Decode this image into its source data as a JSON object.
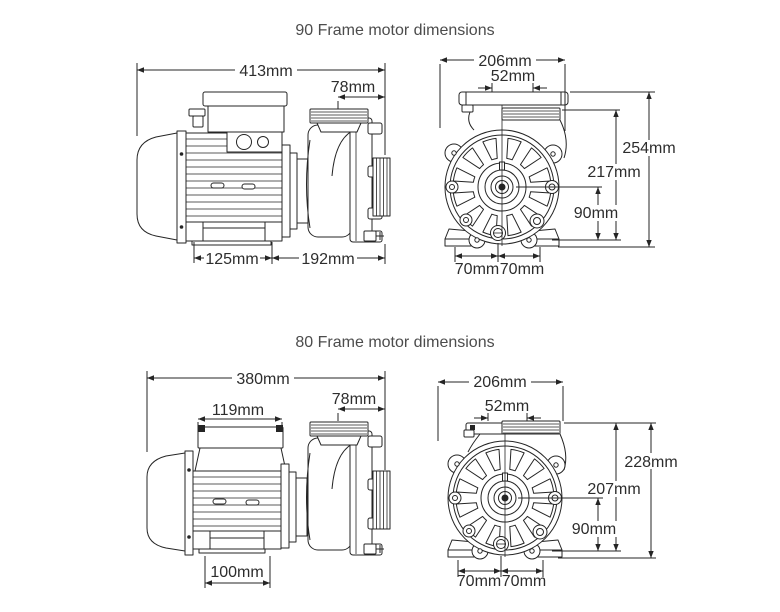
{
  "palette": {
    "ink": "#252525",
    "background": "#ffffff",
    "label_text": "#2d2d2d",
    "title_text": "#4c4c4c"
  },
  "sections": [
    {
      "title": "90 Frame motor dimensions",
      "side_view": {
        "overall_length": "413mm",
        "port_offset": "78mm",
        "foot_length": "125mm",
        "pump_length": "192mm"
      },
      "front_view": {
        "overall_width": "206mm",
        "union_width": "52mm",
        "overall_height": "254mm",
        "port_height": "217mm",
        "shaft_height": "90mm",
        "foot_left": "70mm",
        "foot_right": "70mm"
      }
    },
    {
      "title": "80 Frame motor dimensions",
      "side_view": {
        "overall_length": "380mm",
        "terminal_box_width": "119mm",
        "port_offset": "78mm",
        "foot_length": "100mm"
      },
      "front_view": {
        "overall_width": "206mm",
        "union_width": "52mm",
        "overall_height": "228mm",
        "port_height": "207mm",
        "shaft_height": "90mm",
        "foot_left": "70mm",
        "foot_right": "70mm"
      }
    }
  ]
}
